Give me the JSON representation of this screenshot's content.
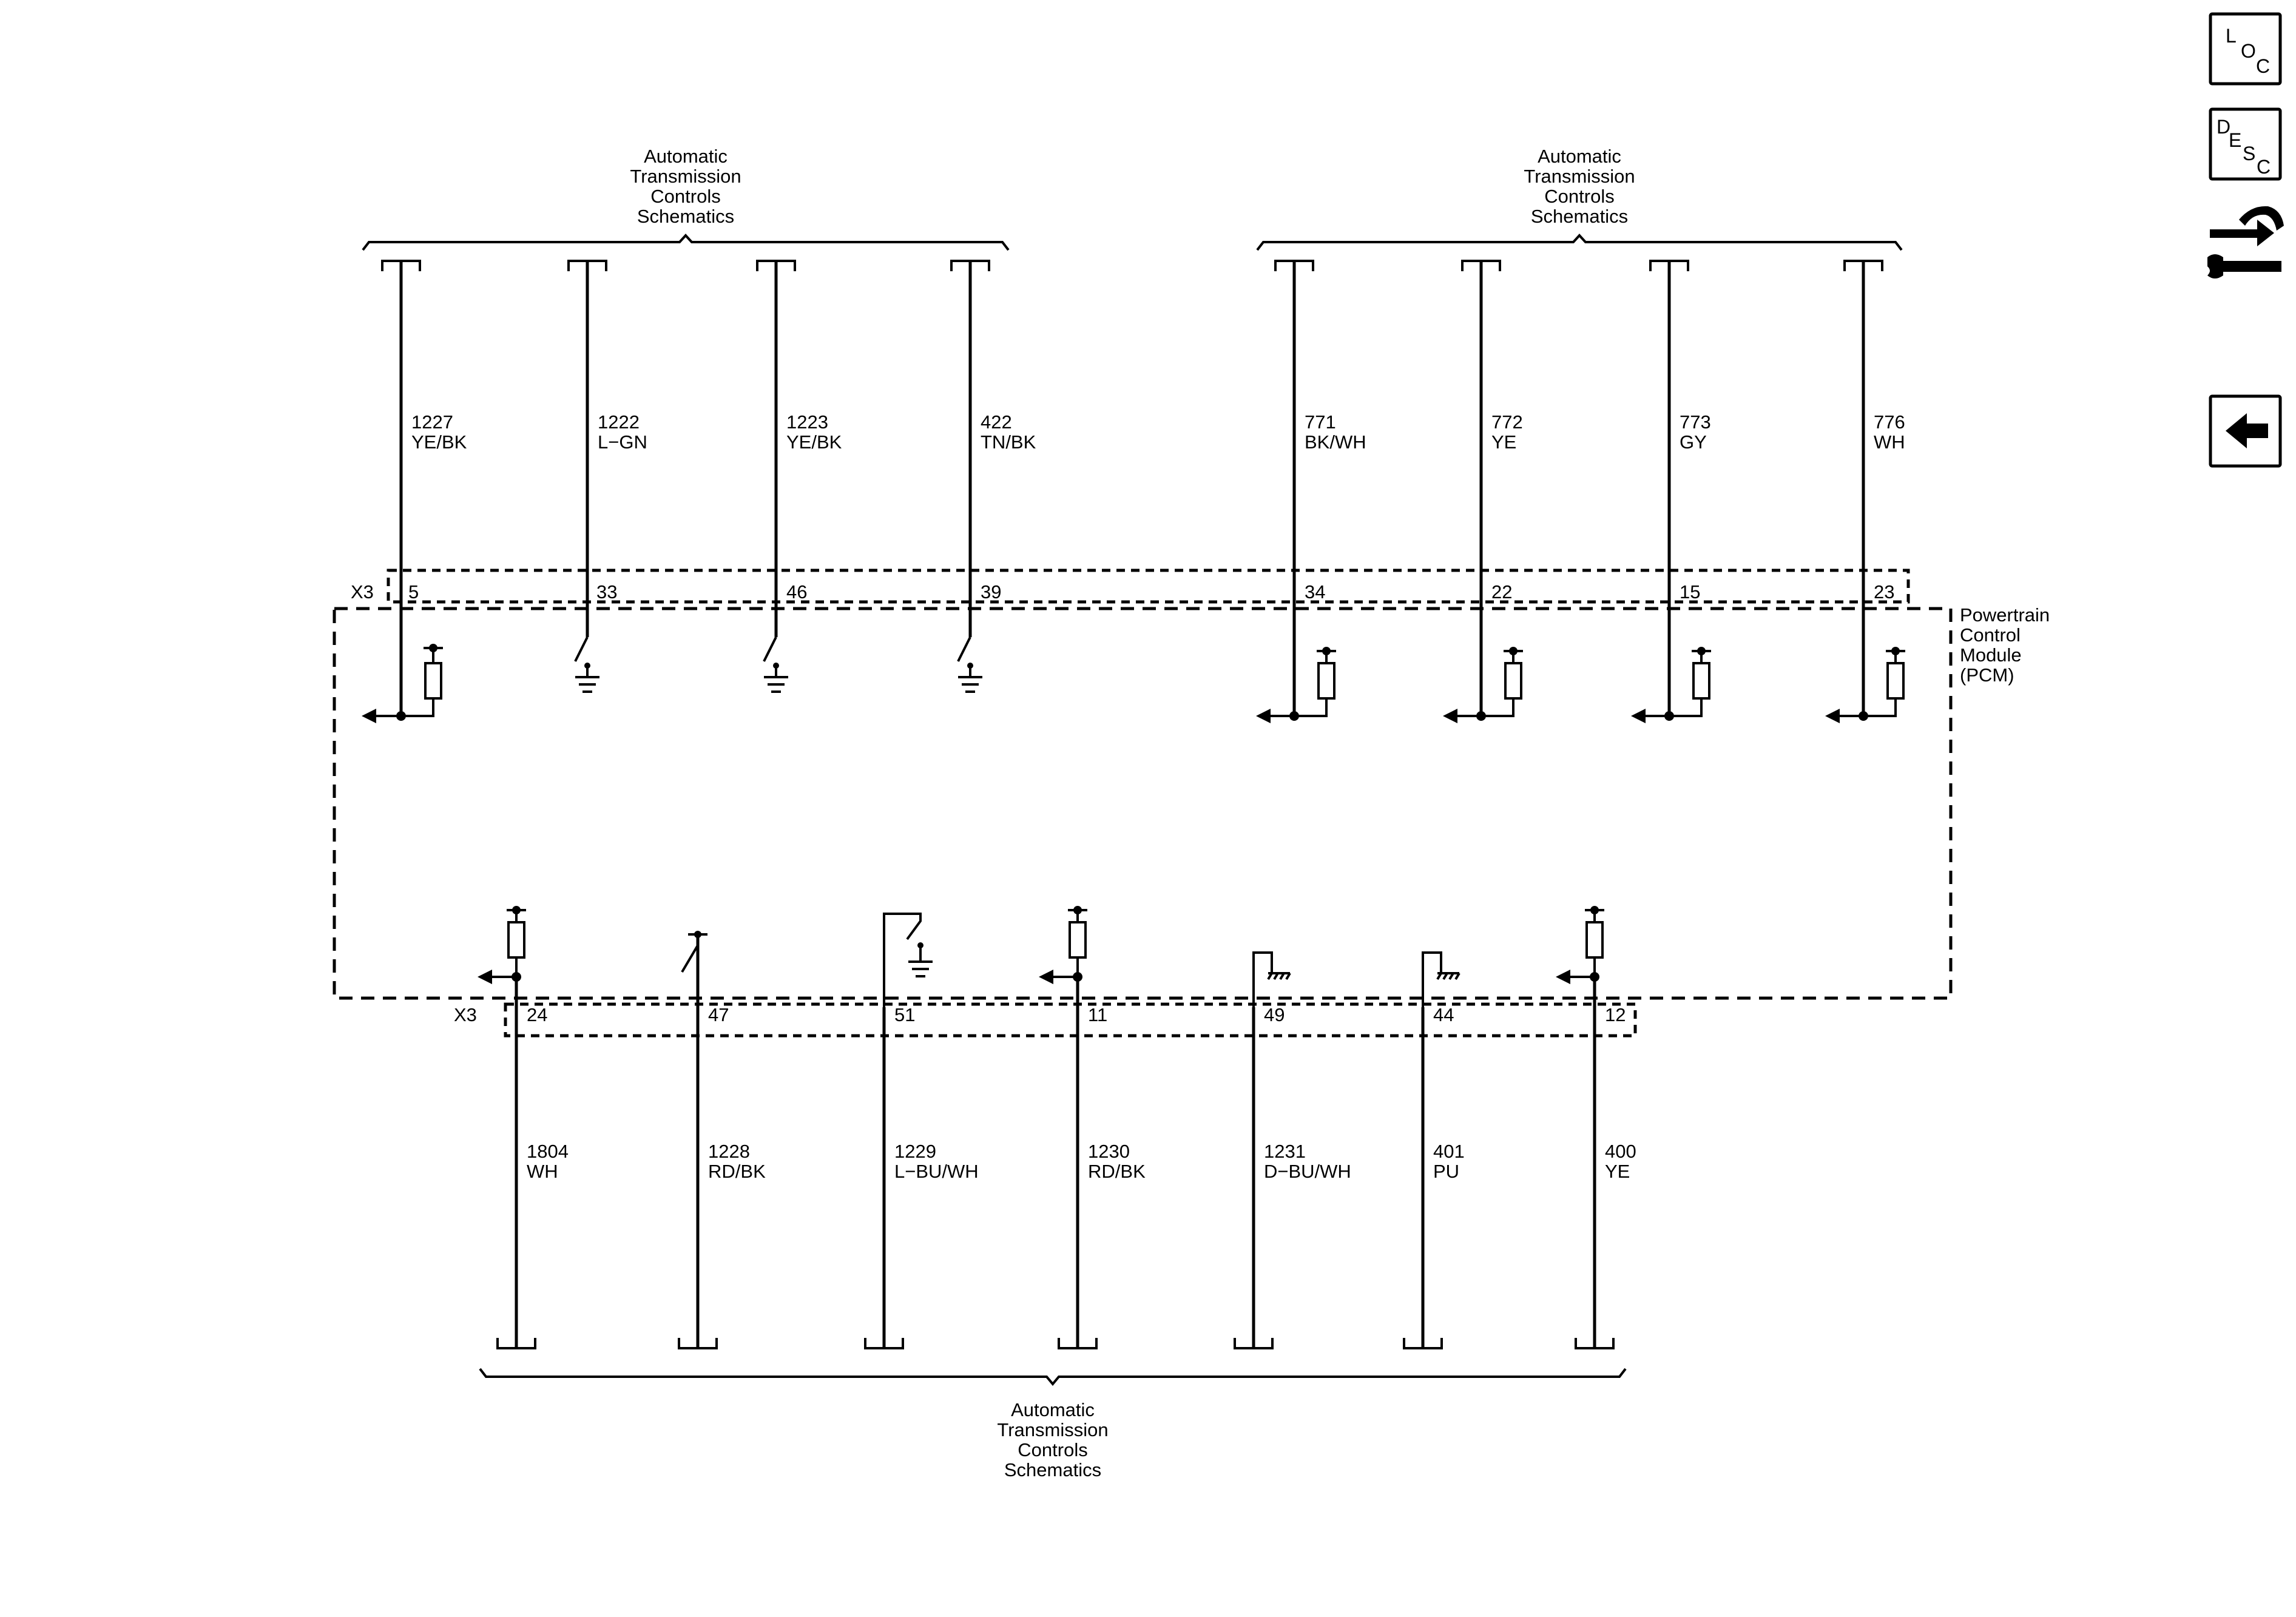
{
  "top_left_group": {
    "title_lines": [
      "Automatic",
      "Transmission",
      "Controls",
      "Schematics"
    ],
    "wires": [
      {
        "circuit": "1227",
        "color": "YE/BK",
        "pin": "5"
      },
      {
        "circuit": "1222",
        "color": "L−GN",
        "pin": "33"
      },
      {
        "circuit": "1223",
        "color": "YE/BK",
        "pin": "46"
      },
      {
        "circuit": "422",
        "color": "TN/BK",
        "pin": "39"
      }
    ]
  },
  "top_right_group": {
    "title_lines": [
      "Automatic",
      "Transmission",
      "Controls",
      "Schematics"
    ],
    "wires": [
      {
        "circuit": "771",
        "color": "BK/WH",
        "pin": "34"
      },
      {
        "circuit": "772",
        "color": "YE",
        "pin": "22"
      },
      {
        "circuit": "773",
        "color": "GY",
        "pin": "15"
      },
      {
        "circuit": "776",
        "color": "WH",
        "pin": "23"
      }
    ]
  },
  "bottom_group": {
    "title_lines": [
      "Automatic",
      "Transmission",
      "Controls",
      "Schematics"
    ],
    "wires": [
      {
        "circuit": "1804",
        "color": "WH",
        "pin": "24"
      },
      {
        "circuit": "1228",
        "color": "RD/BK",
        "pin": "47"
      },
      {
        "circuit": "1229",
        "color": "L−BU/WH",
        "pin": "51"
      },
      {
        "circuit": "1230",
        "color": "RD/BK",
        "pin": "11"
      },
      {
        "circuit": "1231",
        "color": "D−BU/WH",
        "pin": "49"
      },
      {
        "circuit": "401",
        "color": "PU",
        "pin": "44"
      },
      {
        "circuit": "400",
        "color": "YE",
        "pin": "12"
      }
    ]
  },
  "connector_top": "X3",
  "connector_bottom": "X3",
  "module_lines": [
    "Powertrain",
    "Control",
    "Module",
    "(PCM)"
  ],
  "nav": {
    "loc": {
      "l1": "L",
      "l2": "O",
      "l3": "C"
    },
    "desc": {
      "l1": "D",
      "l2": "E",
      "l3": "S",
      "l4": "C"
    }
  }
}
